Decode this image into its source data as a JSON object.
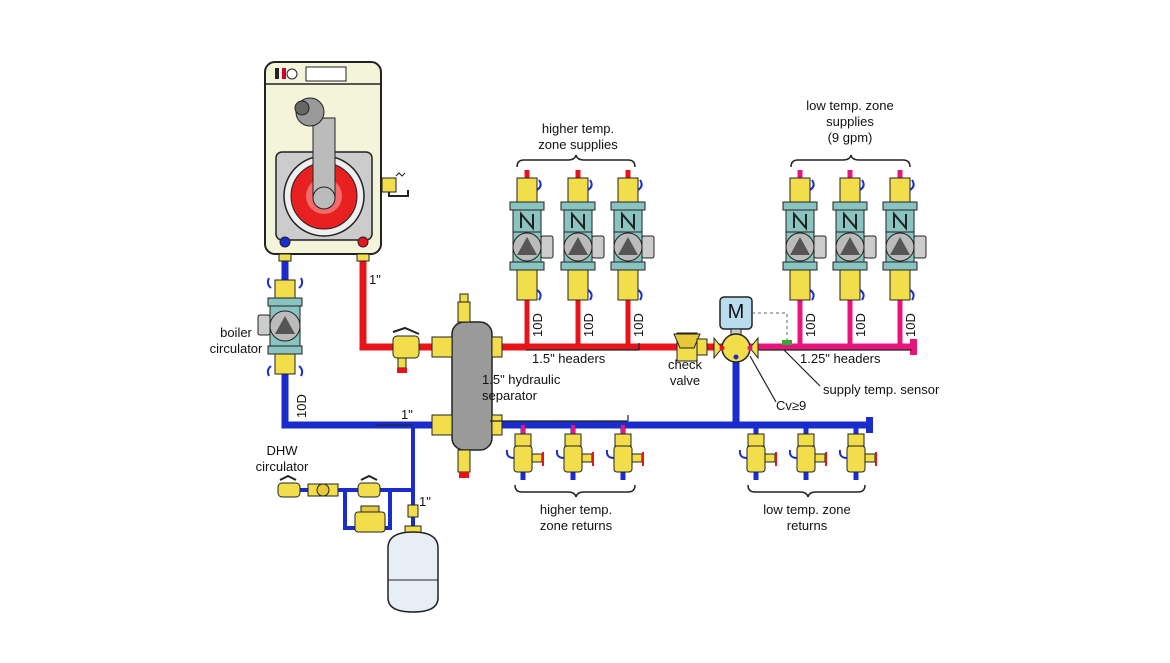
{
  "colors": {
    "supply_hot": "#e8141c",
    "supply_low": "#e8167c",
    "return": "#1a2ccc",
    "brass": "#f2dd4a",
    "circulator_body": "#8ac4c0",
    "separator": "#9a9a9a",
    "boiler_body": "#f4f4da",
    "tank": "#e8eef6"
  },
  "labels": {
    "higher_supplies": [
      "higher temp.",
      "zone supplies"
    ],
    "low_supplies": [
      "low temp. zone",
      "supplies",
      "(9 gpm)"
    ],
    "boiler_circulator": [
      "boiler",
      "circulator"
    ],
    "dhw_circulator": [
      "DHW",
      "circulator"
    ],
    "one_inch_boiler": "1\"",
    "one_inch_return": "1\"",
    "one_inch_tank": "1\"",
    "headers_15": "1.5\" headers",
    "headers_125": "1.25\" headers",
    "separator": [
      "1.5\" hydraulic",
      "separator"
    ],
    "check_valve": [
      "check",
      "valve"
    ],
    "supply_sensor": "supply temp. sensor",
    "cv": "Cv≥9",
    "higher_returns": [
      "higher temp.",
      "zone returns"
    ],
    "low_returns": [
      "low temp. zone",
      "returns"
    ],
    "motor": "M",
    "ten_d": "10D"
  }
}
